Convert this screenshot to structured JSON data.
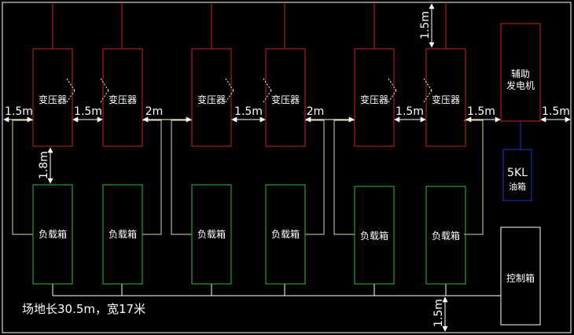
{
  "transformer_label": "变压器",
  "load_box_label": "负载箱",
  "generator": {
    "line1": "辅助",
    "line2": "发电机"
  },
  "oil_tank": {
    "capacity": "5KL",
    "label": "油箱"
  },
  "control_box_label": "控制箱",
  "site_note": "场地长30.5m，宽17米",
  "dimensions": {
    "left_margin": "1.5m",
    "gap_t1_t2": "1.5m",
    "gap_t2_t3": "2m",
    "gap_t3_t4": "1.5m",
    "gap_t4_t5": "2m",
    "gap_t5_t6": "1.5m",
    "gap_t6_gen": "1.5m",
    "right_margin": "1.5m",
    "top_clearance": "1.5m",
    "transformer_to_load": "1.8m",
    "bottom_clearance": "1.5m"
  },
  "colors": {
    "background": "#000000",
    "outline": "#ffffff",
    "transformer": "#cc2222",
    "load_box": "#2ec02e",
    "oil_tank": "#2233cc",
    "cable": "#e0d890",
    "generator": "#cc2222",
    "control_box": "#ffffff",
    "dimension": "#ffffff"
  }
}
